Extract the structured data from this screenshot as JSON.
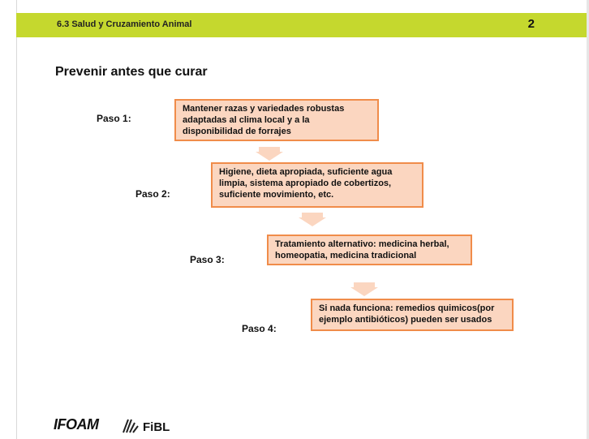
{
  "header": {
    "title": "6.3 Salud y Cruzamiento Animal",
    "page_number": "2"
  },
  "slide": {
    "title": "Prevenir antes que curar"
  },
  "steps": [
    {
      "label": "Paso 1:",
      "text": "Mantener razas y variedades robustas adaptadas al clima local y a la disponibilidad de forrajes"
    },
    {
      "label": "Paso 2:",
      "text": "Higiene, dieta apropiada, suficiente agua limpia, sistema apropiado de cobertizos, suficiente movimiento, etc."
    },
    {
      "label": "Paso 3:",
      "text": "Tratamiento alternativo: medicina herbal, homeopatia, medicina tradicional"
    },
    {
      "label": "Paso 4:",
      "text": "Si nada funciona: remedios quimicos(por ejemplo antibióticos) pueden ser usados"
    }
  ],
  "colors": {
    "header_bar": "#c5d82e",
    "box_fill": "#fbd6c0",
    "box_border": "#f08c4a",
    "arrow": "#fbd6c0"
  },
  "logos": {
    "ifoam": "IFOAM",
    "fibl": "FiBL"
  }
}
